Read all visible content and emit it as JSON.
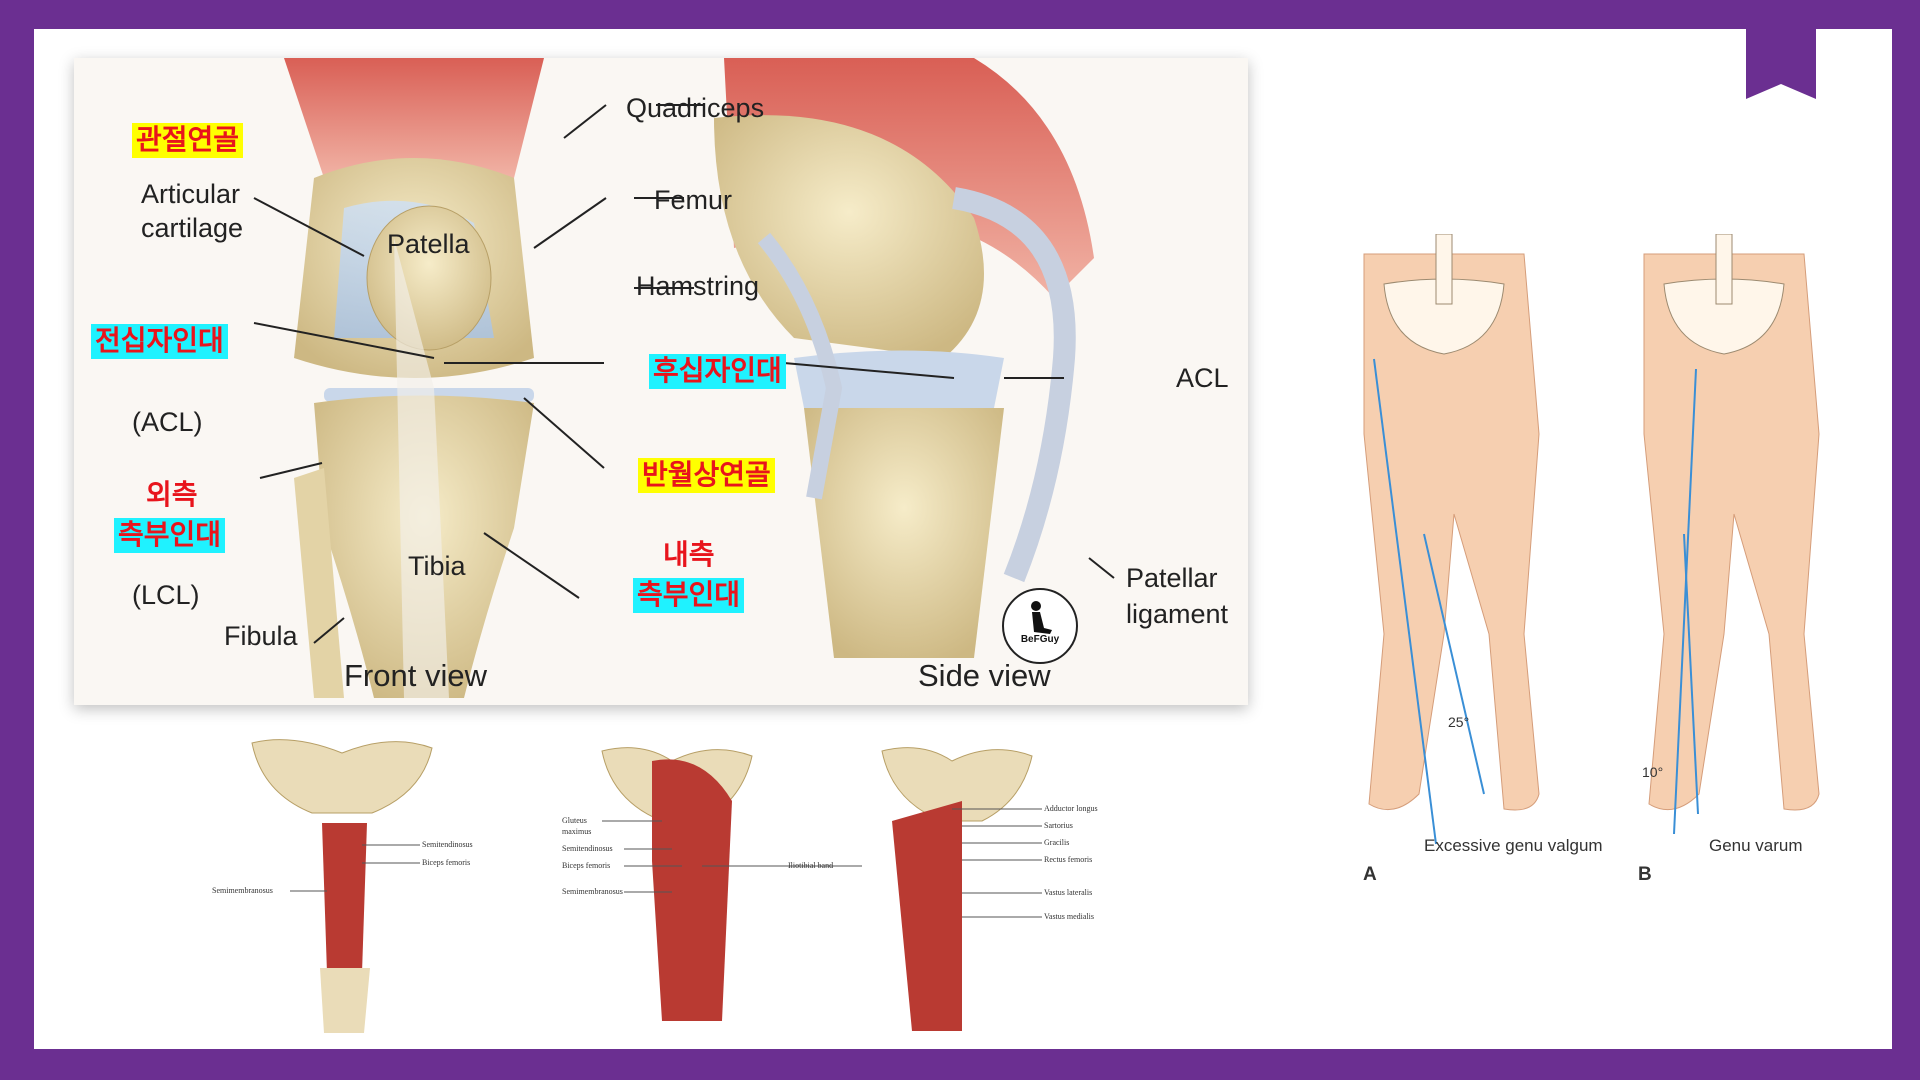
{
  "knee": {
    "labels_en": {
      "quadriceps": "Quadriceps",
      "articular_cartilage_1": "Articular",
      "articular_cartilage_2": "cartilage",
      "patella": "Patella",
      "femur": "Femur",
      "hamstring": "Hamstring",
      "acl_side": "ACL",
      "acl_abbr": "(ACL)",
      "lcl_abbr": "(LCL)",
      "tibia": "Tibia",
      "fibula": "Fibula",
      "patellar_ligament_1": "Patellar",
      "patellar_ligament_2": "ligament",
      "front_view": "Front view",
      "side_view": "Side view"
    },
    "labels_ko": {
      "articular_cartilage": "관절연골",
      "acl": "전십자인대",
      "pcl": "후십자인대",
      "lcl_1": "외측",
      "lcl_2": "측부인대",
      "meniscus": "반월상연골",
      "mcl_1": "내측",
      "mcl_2": "측부인대"
    },
    "logo_text": "BeFGuy"
  },
  "hamstrings": {
    "semitendinosus": "Semitendinosus",
    "biceps_femoris": "Biceps femoris",
    "semimembranosus": "Semimembranosus"
  },
  "posterior": {
    "gluteus_maximus_1": "Gluteus",
    "gluteus_maximus_2": "maximus",
    "semitendinosus": "Semitendinosus",
    "biceps_femoris": "Biceps femoris",
    "semimembranosus": "Semimembranosus",
    "iliotibial_band": "Iliotibial band"
  },
  "anterior": {
    "adductor_longus": "Adductor longus",
    "sartorius": "Sartorius",
    "gracilis": "Gracilis",
    "rectus_femoris": "Rectus femoris",
    "vastus_lateralis": "Vastus lateralis",
    "vastus_medialis": "Vastus medialis"
  },
  "alignment": {
    "a_angle": "25°",
    "a_caption": "Excessive genu valgum",
    "a_letter": "A",
    "b_angle": "10°",
    "b_caption": "Genu varum",
    "b_letter": "B"
  },
  "colors": {
    "frame": "#6b2f91",
    "korean_text": "#e8141c",
    "highlight_yellow": "#ffff00",
    "highlight_cyan": "#1ff2ff",
    "skin": "#f6cfb0",
    "bone": "#eadcb8",
    "muscle": "#b93a32",
    "axis_line": "#3a8fd6"
  }
}
